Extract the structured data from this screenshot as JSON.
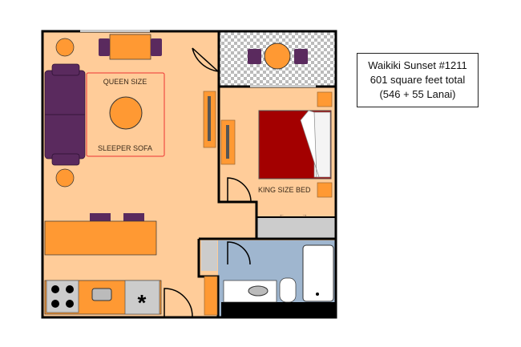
{
  "plan": {
    "labels": {
      "queen": "QUEEN SIZE",
      "sleeper": "SLEEPER SOFA",
      "king": "KING SIZE BED"
    },
    "colors": {
      "floor": "#ffcc99",
      "furniture": "#ff9933",
      "sofa": "#5a2a5e",
      "bed": "#a30000",
      "bath": "#9fb6cf",
      "closet": "#cccccc",
      "wall": "#000000"
    }
  },
  "info": {
    "title": "Waikiki Sunset #1211",
    "area": "601 square feet total",
    "breakdown": "(546 + 55 Lanai)"
  }
}
